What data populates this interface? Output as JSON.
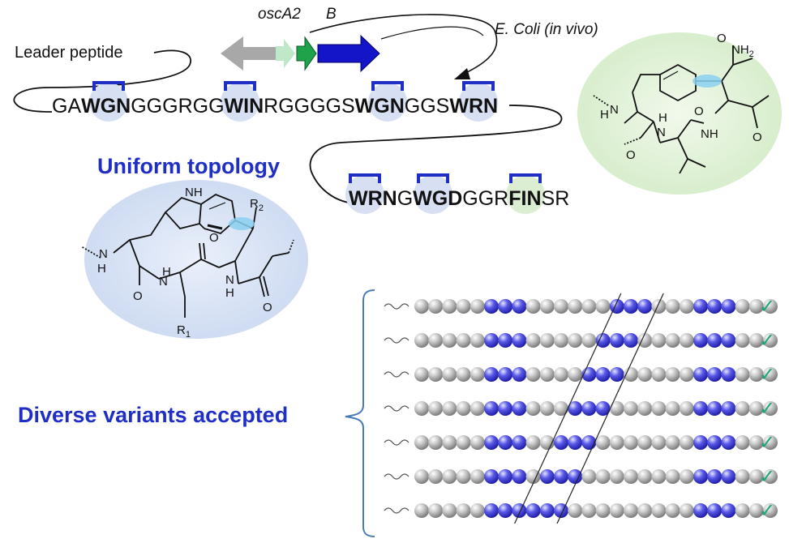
{
  "labels": {
    "leader_peptide": "Leader peptide",
    "gene_oscA2": "oscA2",
    "gene_B": "B",
    "host": "E. Coli",
    "host_condition": "(in vivo)",
    "uniform_topology": "Uniform topology",
    "diverse_variants": "Diverse variants accepted"
  },
  "sequence_line1": [
    {
      "text": "GA",
      "bold": false
    },
    {
      "text": "WGN",
      "bold": true
    },
    {
      "text": "GGGRGG",
      "bold": false
    },
    {
      "text": "WIN",
      "bold": true
    },
    {
      "text": "RGGGGS",
      "bold": false
    },
    {
      "text": "WGN",
      "bold": true
    },
    {
      "text": "GGS",
      "bold": false
    },
    {
      "text": "WRN",
      "bold": true
    }
  ],
  "sequence_line2": [
    {
      "text": "WRN",
      "bold": true
    },
    {
      "text": "G",
      "bold": false
    },
    {
      "text": "WGD",
      "bold": true
    },
    {
      "text": "GGR",
      "bold": false
    },
    {
      "text": "FIN",
      "bold": true
    },
    {
      "text": "SR",
      "bold": false
    }
  ],
  "chem_left": {
    "nh_indole": "NH",
    "r2": "R",
    "r2_sub": "2",
    "r1": "R",
    "r1_sub": "1",
    "n_h_left": "N",
    "h_left": "H",
    "n_h_mid": "N",
    "h_mid": "H",
    "n_h_right": "N",
    "h_right": "H",
    "o_left": "O",
    "o_mid": "O",
    "o_right": "O"
  },
  "chem_right": {
    "nh2": "NH",
    "nh2_sub": "2",
    "o_top": "O",
    "hn_left": "H",
    "n_left": "N",
    "hn_mid": "H",
    "n_mid": "N",
    "o_mid": "O",
    "nh_right": "NH",
    "o_right": "O",
    "o_bottom": "O"
  },
  "colors": {
    "accent_blue": "#1f2fc6",
    "check_green": "#1aa67a",
    "highlight_circle": "#d6e0f2",
    "green_circle": "#dbeed2",
    "bead_gray": "#b9b9b9",
    "bead_blue": "#3b3bd6"
  },
  "variants": {
    "rows": 7,
    "beads_per_row": 26,
    "checkmark": "✓",
    "blue_blocks": [
      [
        [
          5,
          7
        ],
        [
          14,
          16
        ],
        [
          20,
          22
        ]
      ],
      [
        [
          5,
          7
        ],
        [
          13,
          15
        ],
        [
          20,
          22
        ]
      ],
      [
        [
          5,
          7
        ],
        [
          12,
          14
        ],
        [
          20,
          22
        ]
      ],
      [
        [
          5,
          7
        ],
        [
          11,
          13
        ],
        [
          20,
          22
        ]
      ],
      [
        [
          5,
          7
        ],
        [
          10,
          12
        ],
        [
          20,
          22
        ]
      ],
      [
        [
          5,
          7
        ],
        [
          9,
          11
        ],
        [
          20,
          22
        ]
      ],
      [
        [
          5,
          7
        ],
        [
          8,
          10
        ],
        [
          20,
          22
        ]
      ]
    ]
  }
}
